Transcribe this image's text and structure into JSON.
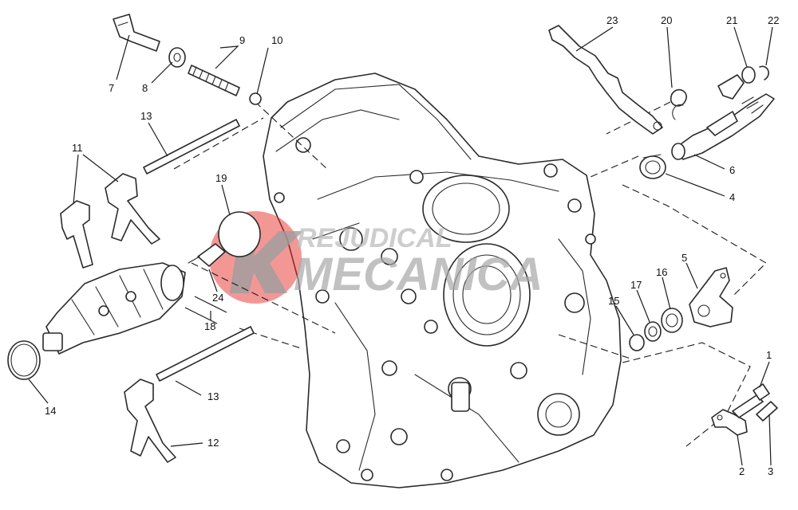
{
  "callouts": [
    {
      "id": "1",
      "text": "1"
    },
    {
      "id": "2",
      "text": "2"
    },
    {
      "id": "3",
      "text": "3"
    },
    {
      "id": "4",
      "text": "4"
    },
    {
      "id": "5",
      "text": "5"
    },
    {
      "id": "6",
      "text": "6"
    },
    {
      "id": "7",
      "text": "7"
    },
    {
      "id": "8",
      "text": "8"
    },
    {
      "id": "9",
      "text": "9"
    },
    {
      "id": "10",
      "text": "10"
    },
    {
      "id": "11",
      "text": "11"
    },
    {
      "id": "12",
      "text": "12"
    },
    {
      "id": "13a",
      "text": "13"
    },
    {
      "id": "13b",
      "text": "13"
    },
    {
      "id": "14",
      "text": "14"
    },
    {
      "id": "15",
      "text": "15"
    },
    {
      "id": "16",
      "text": "16"
    },
    {
      "id": "17",
      "text": "17"
    },
    {
      "id": "18",
      "text": "18"
    },
    {
      "id": "19",
      "text": "19"
    },
    {
      "id": "20",
      "text": "20"
    },
    {
      "id": "21",
      "text": "21"
    },
    {
      "id": "22",
      "text": "22"
    },
    {
      "id": "23",
      "text": "23"
    },
    {
      "id": "24",
      "text": "24"
    }
  ],
  "watermark": {
    "line1": "REJUDICAL",
    "line2": "MECANICA",
    "logo_color": "#e8302b"
  }
}
